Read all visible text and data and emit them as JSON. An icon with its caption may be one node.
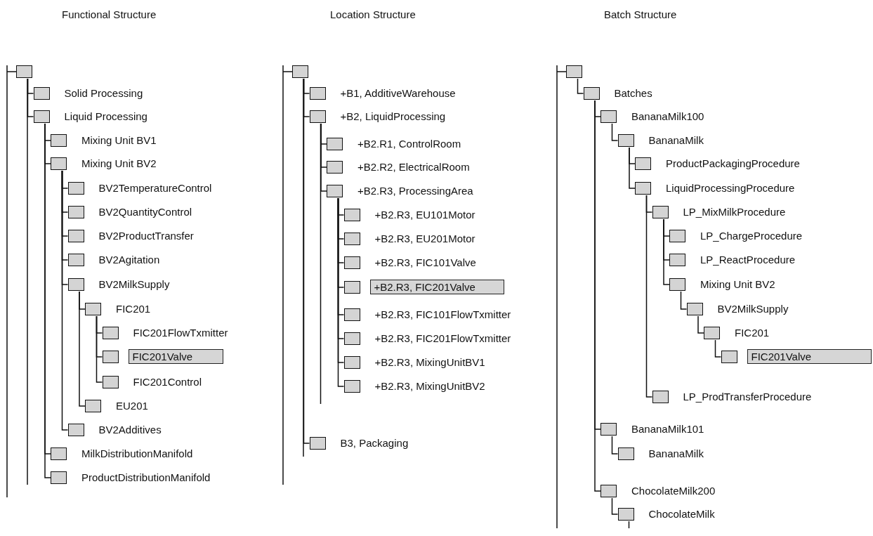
{
  "diagram": {
    "nodes": [
      {
        "text": [],
        "shape": "box"
      },
      {
        "text": [
          "Solid Processing"
        ]
      },
      {
        "text": [
          "Liquid Processing"
        ]
      },
      {
        "text": [
          "Mixing Unit BV1"
        ]
      },
      {
        "text": [
          "Mixing Unit BV2"
        ]
      },
      {
        "text": [
          "BV2TemperatureControl"
        ]
      },
      {
        "text": [
          "BV2QuantityControl"
        ]
      },
      {
        "text": [
          "BV2ProductTransfer"
        ]
      },
      {
        "text": [
          "BV2Agitation"
        ]
      },
      {
        "text": [
          "BV2MilkSupply"
        ]
      },
      {
        "text": [
          "FIC201"
        ]
      },
      {
        "text": [
          "FIC201FlowTxmitter"
        ]
      },
      {
        "text": [
          "FIC201Valve"
        ]
      },
      {
        "text": [
          "FIC201Control"
        ]
      },
      {
        "text": [
          "EU201"
        ]
      },
      {
        "text": [
          "BV2Additives"
        ]
      },
      {
        "text": [
          "MilkDistributionManifold"
        ]
      },
      {
        "text": [
          "ProductDistributionManifold"
        ]
      },
      {
        "text": [],
        "shape": "box"
      },
      {
        "text": [
          "+B1, AdditiveWarehouse"
        ]
      },
      {
        "text": [
          "+B2, LiquidProcessing"
        ]
      },
      {
        "text": [
          "+B2.R1, ControlRoom"
        ]
      },
      {
        "text": [
          "+B2.R2, ElectricalRoom"
        ]
      },
      {
        "text": [
          "+B2.R3, ProcessingArea"
        ]
      },
      {
        "text": [
          "+B2.R3, EU101Motor"
        ]
      },
      {
        "text": [
          "+B2.R3, EU201Motor"
        ]
      },
      {
        "text": [
          "+B2.R3, FIC101Valve"
        ]
      },
      {
        "text": [
          "+B2.R3, FIC201Valve"
        ]
      },
      {
        "text": [
          "+B2.R3, FIC101FlowTxmitter"
        ]
      },
      {
        "text": [
          "+B2.R3, FIC201FlowTxmitter"
        ]
      },
      {
        "text": [
          "+B2.R3, MixingUnitBV1"
        ]
      },
      {
        "text": [
          "+B2.R3, MixingUnitBV2"
        ]
      },
      {
        "text": [
          "B3, Packaging"
        ]
      },
      {
        "text": [],
        "shape": "box"
      },
      {
        "text": [
          "Batches"
        ]
      },
      {
        "text": [
          "BananaMilk100"
        ]
      },
      {
        "text": [
          "BananaMilk"
        ]
      },
      {
        "text": [
          "ProductPackagingProcedure"
        ]
      },
      {
        "text": [
          "LiquidProcessingProcedure"
        ]
      },
      {
        "text": [
          "LP_MixMilkProcedure"
        ]
      },
      {
        "text": [
          "LP_ChargeProcedure"
        ]
      },
      {
        "text": [
          "LP_ReactProcedure"
        ]
      },
      {
        "text": [
          "Mixing Unit BV2"
        ]
      },
      {
        "text": [
          "BV2MilkSupply"
        ]
      },
      {
        "text": [
          "FIC201"
        ]
      },
      {
        "text": [
          "FIC201Valve"
        ]
      },
      {
        "text": [
          "LP_ProdTransferProcedure"
        ]
      },
      {
        "text": [
          "BananaMilk101"
        ]
      },
      {
        "text": [
          "BananaMilk"
        ]
      },
      {
        "text": [
          "ChocolateMilk200"
        ]
      },
      {
        "text": [
          "ChocolateMilk"
        ]
      }
    ],
    "edges": [
      {
        "from": 0,
        "to": 1,
        "arrow": "none"
      },
      {
        "from": 0,
        "to": 2,
        "arrow": "none"
      },
      {
        "from": 2,
        "to": 3,
        "arrow": "none"
      },
      {
        "from": 2,
        "to": 4,
        "arrow": "none"
      },
      {
        "from": 4,
        "to": 5,
        "arrow": "none"
      },
      {
        "from": 4,
        "to": 6,
        "arrow": "none"
      },
      {
        "from": 4,
        "to": 7,
        "arrow": "none"
      },
      {
        "from": 4,
        "to": 8,
        "arrow": "none"
      },
      {
        "from": 4,
        "to": 9,
        "arrow": "none"
      },
      {
        "from": 9,
        "to": 10,
        "arrow": "none"
      },
      {
        "from": 10,
        "to": 11,
        "arrow": "none"
      },
      {
        "from": 10,
        "to": 12,
        "arrow": "none"
      },
      {
        "from": 10,
        "to": 13,
        "arrow": "none"
      },
      {
        "from": 9,
        "to": 14,
        "arrow": "none"
      },
      {
        "from": 4,
        "to": 15,
        "arrow": "none"
      },
      {
        "from": 2,
        "to": 16,
        "arrow": "none"
      },
      {
        "from": 2,
        "to": 17,
        "arrow": "none"
      },
      {
        "from": 18,
        "to": 19,
        "arrow": "none"
      },
      {
        "from": 18,
        "to": 20,
        "arrow": "none"
      },
      {
        "from": 20,
        "to": 21,
        "arrow": "none"
      },
      {
        "from": 20,
        "to": 22,
        "arrow": "none"
      },
      {
        "from": 20,
        "to": 23,
        "arrow": "none"
      },
      {
        "from": 23,
        "to": 24,
        "arrow": "none"
      },
      {
        "from": 23,
        "to": 25,
        "arrow": "none"
      },
      {
        "from": 23,
        "to": 26,
        "arrow": "none"
      },
      {
        "from": 23,
        "to": 27,
        "arrow": "none"
      },
      {
        "from": 23,
        "to": 28,
        "arrow": "none"
      },
      {
        "from": 23,
        "to": 29,
        "arrow": "none"
      },
      {
        "from": 23,
        "to": 30,
        "arrow": "none"
      },
      {
        "from": 23,
        "to": 31,
        "arrow": "none"
      },
      {
        "from": 18,
        "to": 32,
        "arrow": "none"
      },
      {
        "from": 33,
        "to": 34,
        "arrow": "none"
      },
      {
        "from": 34,
        "to": 35,
        "arrow": "none"
      },
      {
        "from": 35,
        "to": 36,
        "arrow": "none"
      },
      {
        "from": 36,
        "to": 37,
        "arrow": "none"
      },
      {
        "from": 36,
        "to": 38,
        "arrow": "none"
      },
      {
        "from": 38,
        "to": 39,
        "arrow": "none"
      },
      {
        "from": 39,
        "to": 40,
        "arrow": "none"
      },
      {
        "from": 39,
        "to": 41,
        "arrow": "none"
      },
      {
        "from": 39,
        "to": 42,
        "arrow": "none"
      },
      {
        "from": 42,
        "to": 43,
        "arrow": "none"
      },
      {
        "from": 43,
        "to": 44,
        "arrow": "none"
      },
      {
        "from": 44,
        "to": 45,
        "arrow": "none"
      },
      {
        "from": 38,
        "to": 46,
        "arrow": "none"
      },
      {
        "from": 34,
        "to": 47,
        "arrow": "none"
      },
      {
        "from": 47,
        "to": 48,
        "arrow": "none"
      },
      {
        "from": 34,
        "to": 49,
        "arrow": "none"
      },
      {
        "from": 49,
        "to": 50,
        "arrow": "none"
      }
    ],
    "labels": [
      "Functional Structure",
      "Location Structure",
      "Batch Structure"
    ]
  }
}
